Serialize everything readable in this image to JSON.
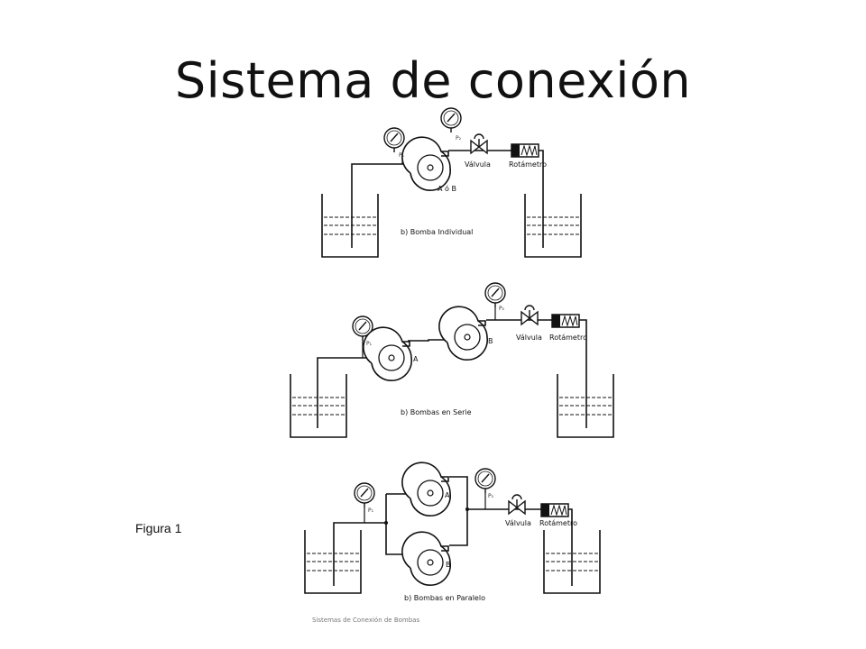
{
  "slide": {
    "title": "Sistema de conexión",
    "figure_label": "Figura 1",
    "footer": "Sistemas de Conexión de Bombas"
  },
  "diagrams": {
    "individual": {
      "caption": "b) Bomba Individual",
      "pump_label": "A ó B",
      "valve_label": "Válvula",
      "rotameter_label": "Rotámetro",
      "p1_label": "P₁",
      "p2_label": "P₂"
    },
    "serie": {
      "caption": "b) Bombas en Serie",
      "pump_a_label": "A",
      "pump_b_label": "B",
      "valve_label": "Válvula",
      "rotameter_label": "Rotámetro",
      "p1_label": "P₁",
      "p2_label": "P₂"
    },
    "paralelo": {
      "caption": "b) Bombas en Paralelo",
      "pump_a_label": "A",
      "pump_b_label": "B",
      "valve_label": "Válvula",
      "rotameter_label": "Rotámetro",
      "p1_label": "P₁",
      "p2_label": "P₂"
    }
  },
  "icons": [
    "pump-icon",
    "pressure-gauge-icon",
    "valve-icon",
    "rotameter-icon",
    "tank-icon"
  ]
}
